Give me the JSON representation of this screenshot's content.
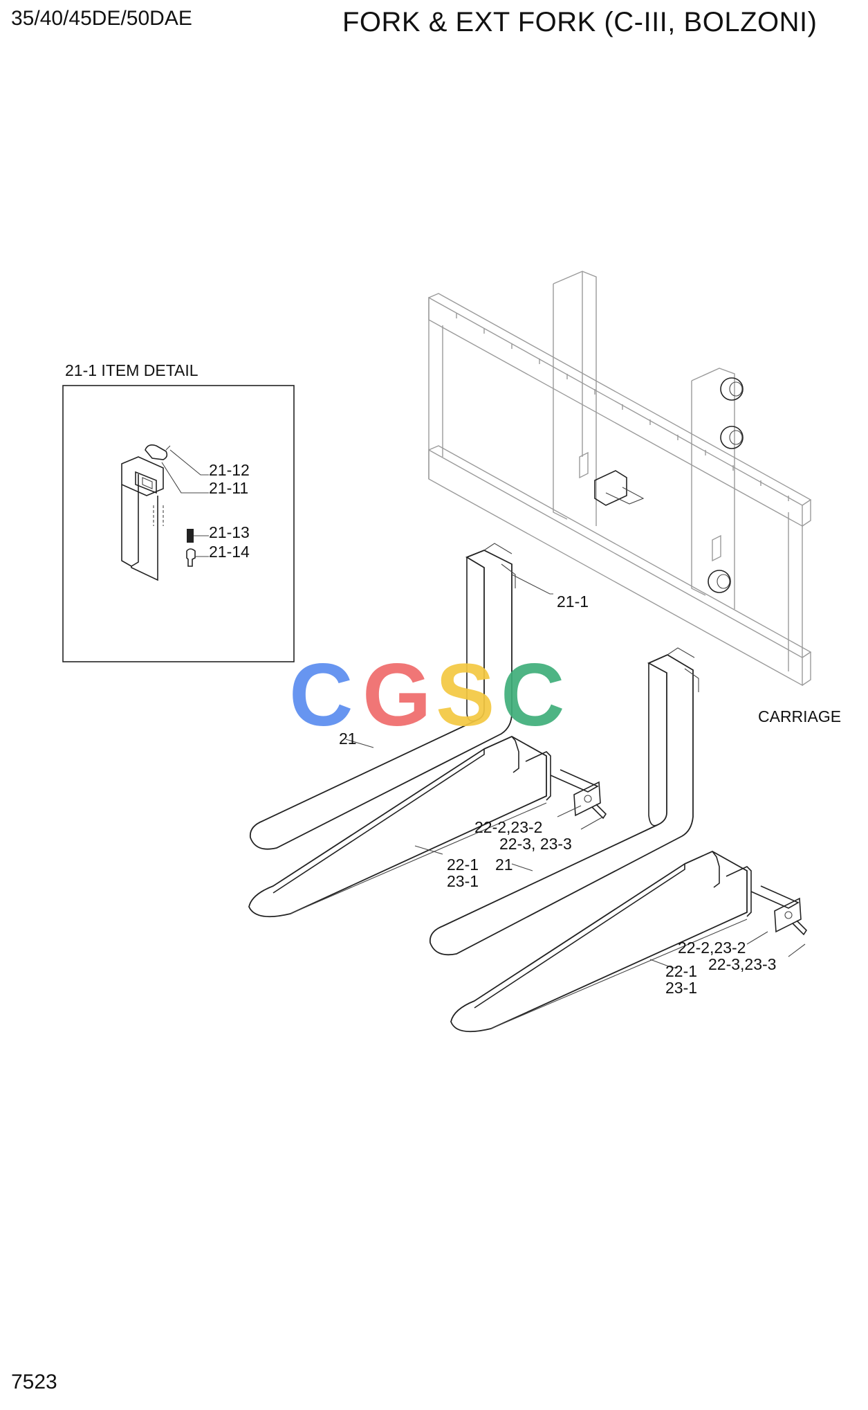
{
  "header": {
    "model": "35/40/45DE/50DAE",
    "title": "FORK & EXT FORK (C-III, BOLZONI)"
  },
  "footer": {
    "page_number": "7523"
  },
  "detail": {
    "title": "21-1 ITEM DETAIL",
    "labels": [
      "21-12",
      "21-11",
      "21-13",
      "21-14"
    ]
  },
  "callouts": {
    "fork_hook": "21-1",
    "carriage": "CARRIAGE",
    "fork_left": "21",
    "ext_pin_left": "22-2,23-2",
    "ext_bolt_left": "22-3, 23-3",
    "ext_left_a": "22-1",
    "ext_left_b": "23-1",
    "fork_right": "21",
    "ext_pin_right": "22-2,23-2",
    "ext_bolt_right": "22-3,23-3",
    "ext_right_a": "22-1",
    "ext_right_b": "23-1"
  },
  "watermark": {
    "letters": [
      "C",
      "G",
      "S",
      "C"
    ],
    "colors": [
      "#5b8def",
      "#ef6b6b",
      "#f4c842",
      "#3fae7a"
    ]
  }
}
